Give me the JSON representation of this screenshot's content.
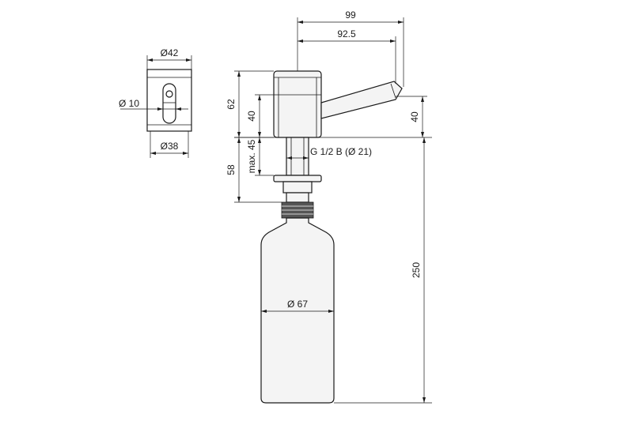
{
  "dimensions": {
    "top_view_outer_diameter": "Ø42",
    "top_view_button_diameter": "Ø 10",
    "top_view_inner_diameter": "Ø38",
    "spout_total_reach": "99",
    "spout_axis_reach": "92.5",
    "head_height_total": "62",
    "head_height": "40",
    "spout_height": "40",
    "max_counter_thickness": "max. 45",
    "shank_thread": "G 1/2 B (Ø 21)",
    "shank_length": "58",
    "bottle_height": "250",
    "bottle_diameter": "Ø  67"
  }
}
